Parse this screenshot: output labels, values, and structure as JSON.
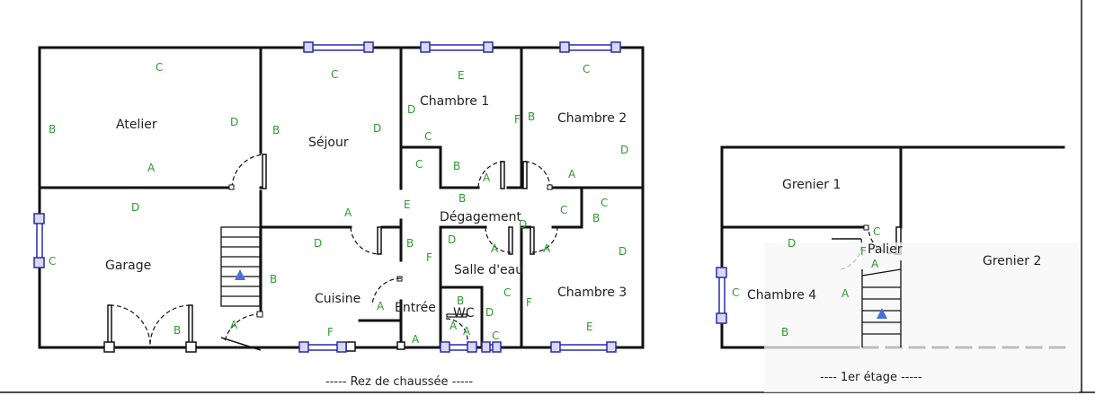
{
  "rooms": {
    "atelier": "Atelier",
    "sejour": "Séjour",
    "chambre1": "Chambre 1",
    "chambre2": "Chambre 2",
    "garage": "Garage",
    "degagement": "Dégagement",
    "cuisine": "Cuisine",
    "entree": "Entrée",
    "wc": "WC",
    "salle_eau": "Salle d'eau",
    "chambre3": "Chambre 3",
    "grenier1": "Grenier 1",
    "grenier2": "Grenier 2",
    "chambre4": "Chambre 4",
    "palier": "Palier"
  },
  "captions": {
    "ground_floor": "----- Rez de chaussée -----",
    "first_floor": "---- 1er étage -----"
  },
  "wall_letters": [
    {
      "t": "C"
    },
    {
      "t": "B"
    },
    {
      "t": "D"
    },
    {
      "t": "A"
    },
    {
      "t": "C"
    },
    {
      "t": "B"
    },
    {
      "t": "D"
    },
    {
      "t": "E"
    },
    {
      "t": "D"
    },
    {
      "t": "F"
    },
    {
      "t": "C"
    },
    {
      "t": "C"
    },
    {
      "t": "B"
    },
    {
      "t": "D"
    },
    {
      "t": "A"
    },
    {
      "t": "C"
    },
    {
      "t": "B"
    },
    {
      "t": "A"
    },
    {
      "t": "B"
    },
    {
      "t": "C"
    },
    {
      "t": "B"
    },
    {
      "t": "D"
    },
    {
      "t": "C"
    },
    {
      "t": "B"
    },
    {
      "t": "A"
    },
    {
      "t": "A"
    },
    {
      "t": "B"
    },
    {
      "t": "D"
    },
    {
      "t": "F"
    },
    {
      "t": "E"
    },
    {
      "t": "B"
    },
    {
      "t": "F"
    },
    {
      "t": "A"
    },
    {
      "t": "A"
    },
    {
      "t": "C"
    },
    {
      "t": "A"
    },
    {
      "t": "B"
    },
    {
      "t": "A"
    },
    {
      "t": "C"
    },
    {
      "t": "A"
    },
    {
      "t": "D"
    },
    {
      "t": "D"
    },
    {
      "t": "C"
    },
    {
      "t": "D"
    },
    {
      "t": "F"
    },
    {
      "t": "E"
    },
    {
      "t": "D"
    },
    {
      "t": "C"
    },
    {
      "t": "B"
    },
    {
      "t": "C"
    },
    {
      "t": "F"
    },
    {
      "t": "A"
    },
    {
      "t": "A"
    },
    {
      "t": "D"
    },
    {
      "t": "A"
    }
  ]
}
